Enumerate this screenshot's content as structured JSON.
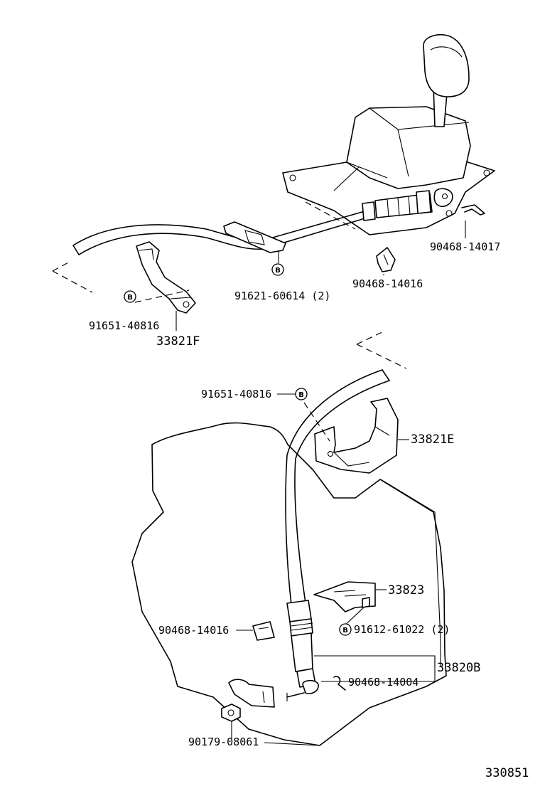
{
  "labels": {
    "p_90468_14017": "90468-14017",
    "p_90468_14016_top": "90468-14016",
    "p_91621_60614": "91621-60614 (2)",
    "p_91651_40816_top": "91651-40816",
    "p_33821F": "33821F",
    "p_91651_40816_mid": "91651-40816",
    "p_33821E": "33821E",
    "p_33823": "33823",
    "p_90468_14016_bottom": "90468-14016",
    "p_91612_61022": "91612-61022 (2)",
    "p_33820B": "33820B",
    "p_90468_14004": "90468-14004",
    "p_90179_08061": "90179-08061",
    "diagram_number": "330851"
  },
  "markers": {
    "b": "B"
  },
  "icons": [
    "shift-lever-assembly-icon",
    "control-cable-icon",
    "cable-bracket-icon",
    "transmission-case-icon",
    "clip-icon",
    "bolt-icon",
    "nut-icon"
  ]
}
